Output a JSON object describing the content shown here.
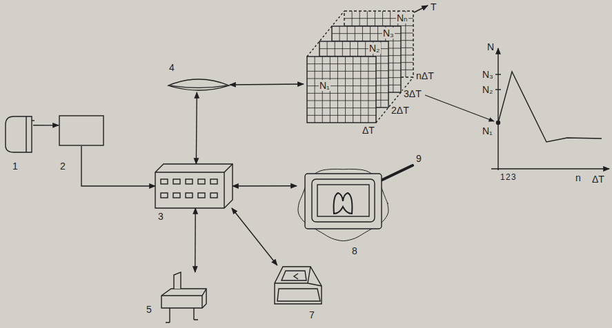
{
  "diagram": {
    "nodes": [
      {
        "text": [
          "1"
        ]
      },
      {
        "text": [
          "2"
        ]
      },
      {
        "text": [
          "3"
        ]
      },
      {
        "text": [
          "4"
        ]
      },
      {
        "text": [
          "N₁",
          "N₂",
          "N₃",
          "Nₙ",
          "ΔT",
          "2ΔT",
          "3ΔT",
          "nΔT",
          "T"
        ]
      },
      {
        "text": [
          "8"
        ]
      },
      {
        "text": [
          "5"
        ]
      },
      {
        "text": [
          "7"
        ]
      }
    ],
    "edges": [
      {
        "from": 0,
        "to": 1,
        "arrow": "to"
      },
      {
        "from": 1,
        "to": 2,
        "arrow": "to"
      },
      {
        "from": 3,
        "to": 2,
        "arrow": "both"
      },
      {
        "from": 3,
        "to": 4,
        "arrow": "both"
      },
      {
        "from": 2,
        "to": 5,
        "arrow": "both"
      },
      {
        "from": 2,
        "to": 6,
        "arrow": "both"
      },
      {
        "from": 2,
        "to": 7,
        "arrow": "both"
      }
    ],
    "labels": [
      "9",
      "N",
      "N₃",
      "N₂",
      "N₁",
      "1",
      "2",
      "3",
      "n",
      "ΔT"
    ]
  }
}
